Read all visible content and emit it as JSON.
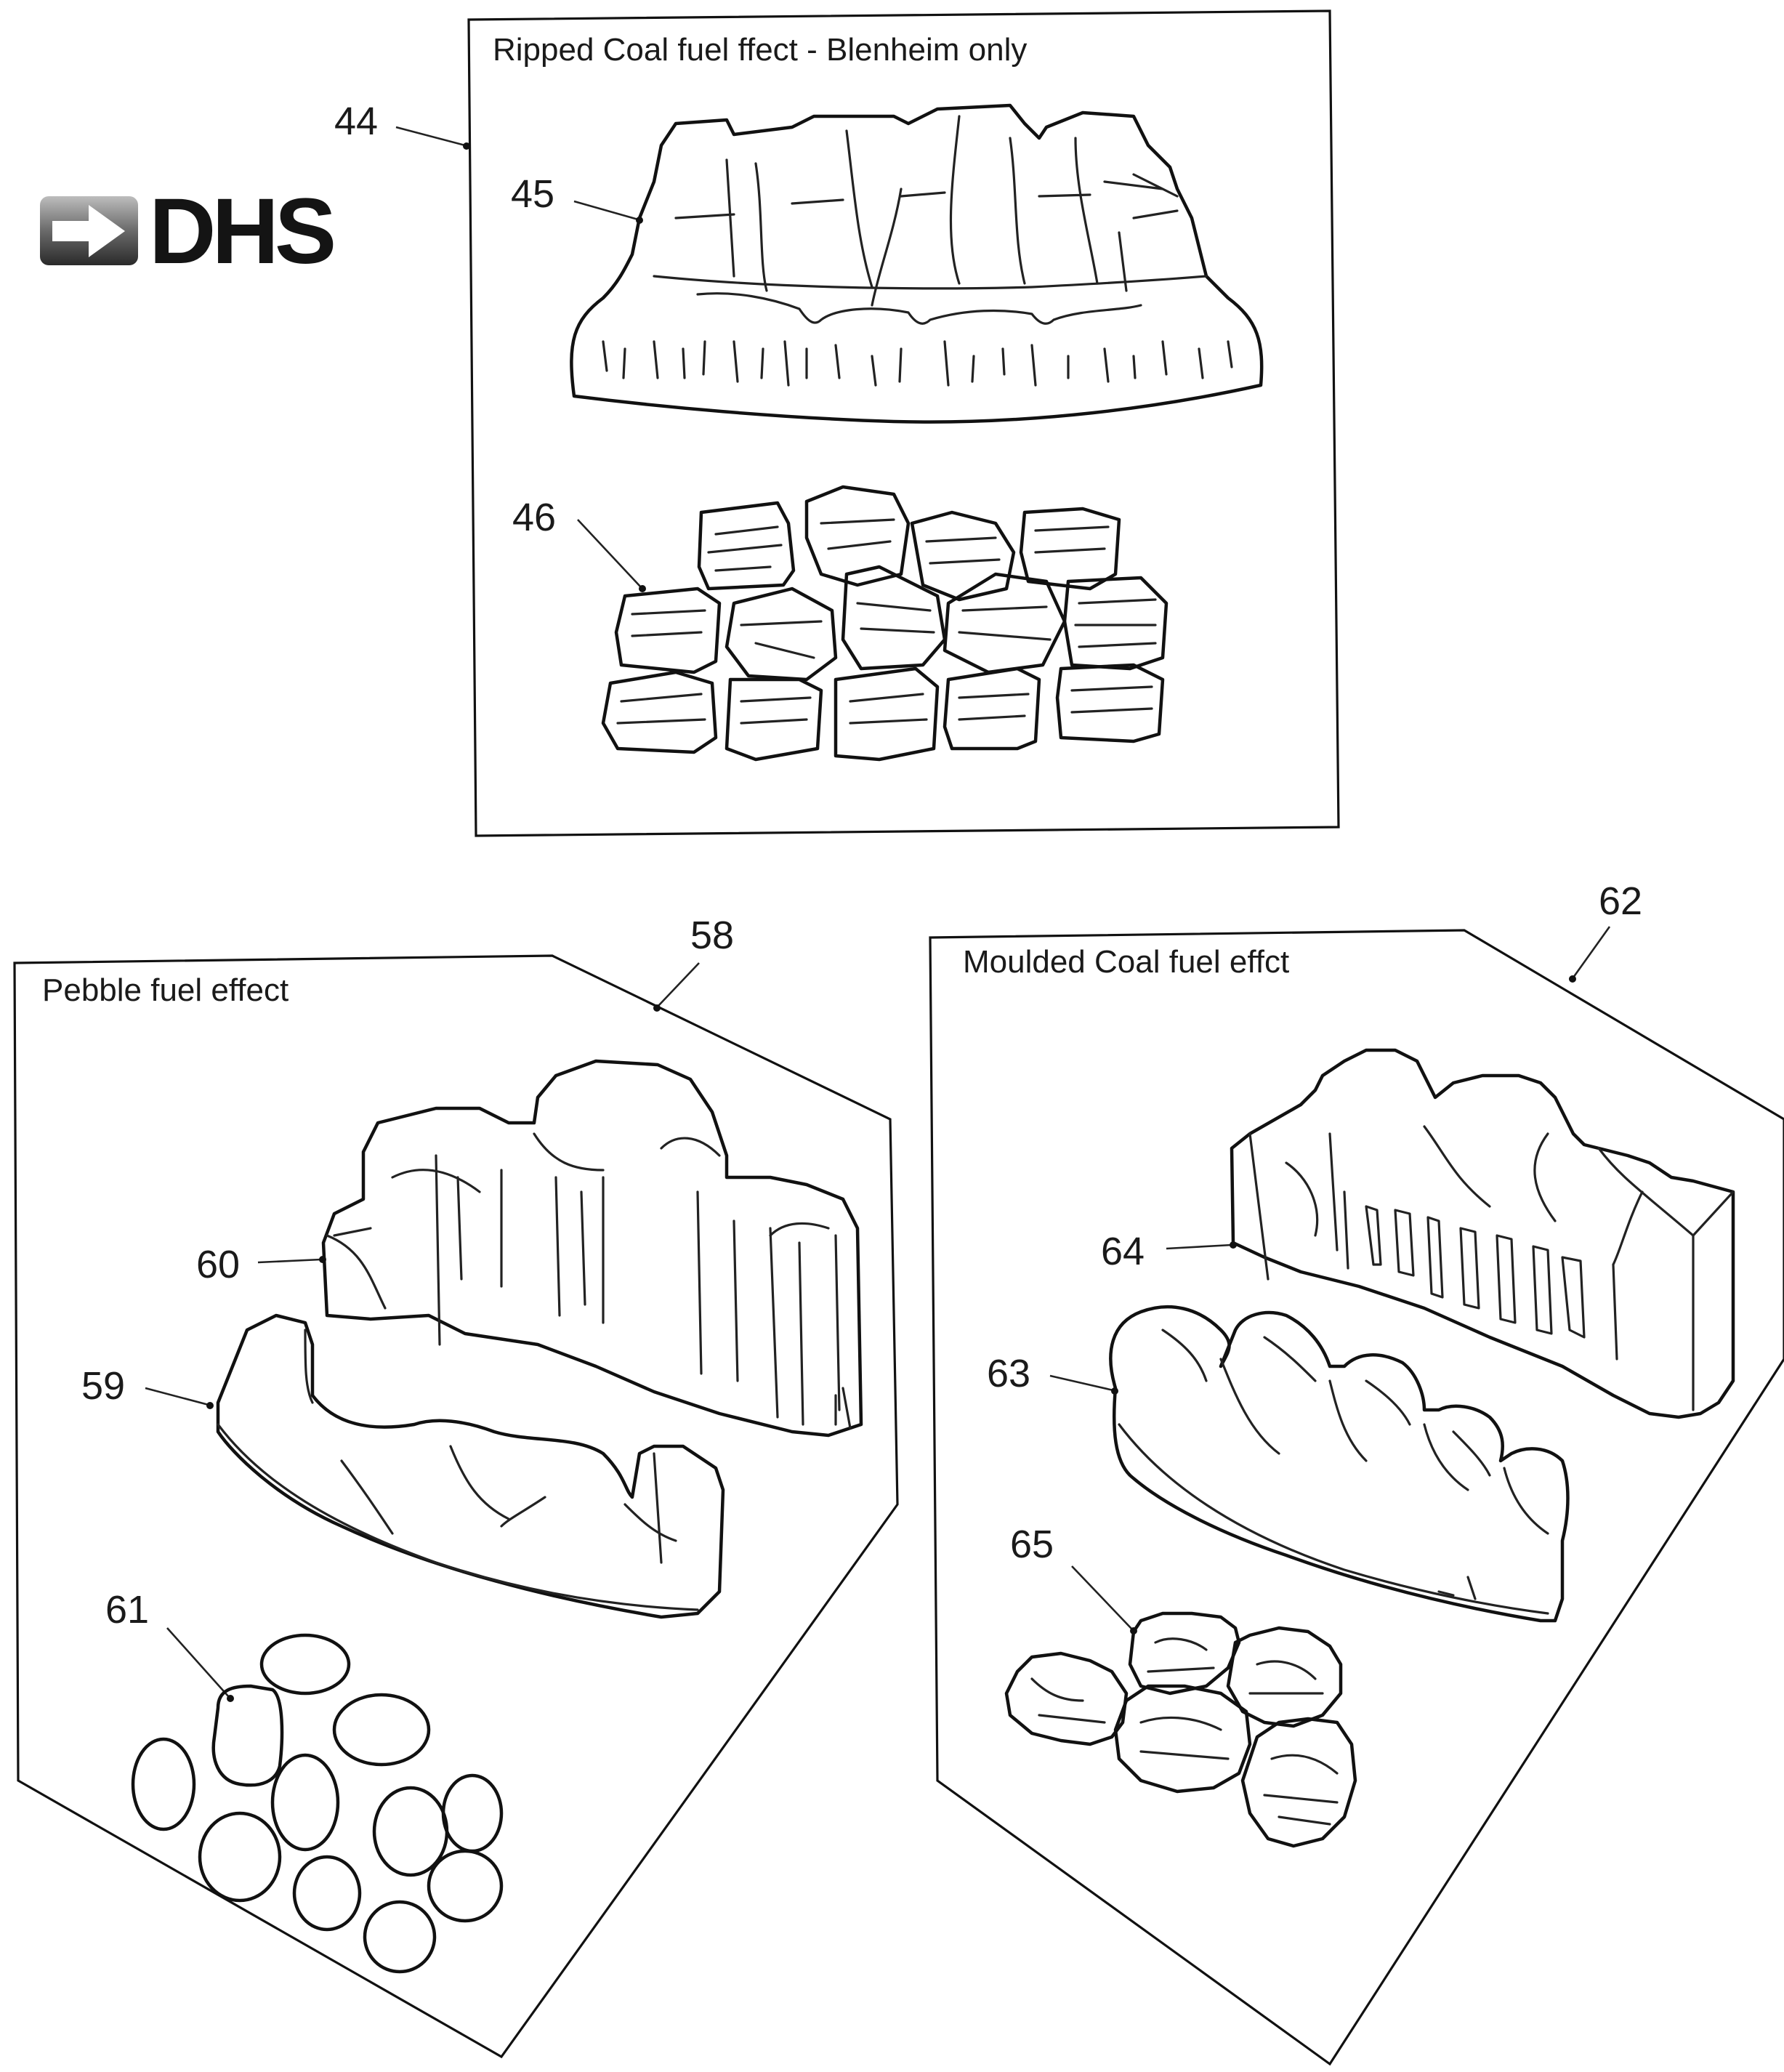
{
  "logo": {
    "text": "DHS",
    "icon": "arrow-right-icon"
  },
  "panels": {
    "ripped": {
      "title": "Ripped Coal fuel ffect - Blenheim only",
      "ref": "44"
    },
    "pebble": {
      "title": "Pebble fuel effect",
      "ref": "58"
    },
    "moulded": {
      "title": "Moulded Coal fuel effct",
      "ref": "62"
    }
  },
  "callouts": {
    "c45": "45",
    "c46": "46",
    "c59": "59",
    "c60": "60",
    "c61": "61",
    "c63": "63",
    "c64": "64",
    "c65": "65"
  }
}
